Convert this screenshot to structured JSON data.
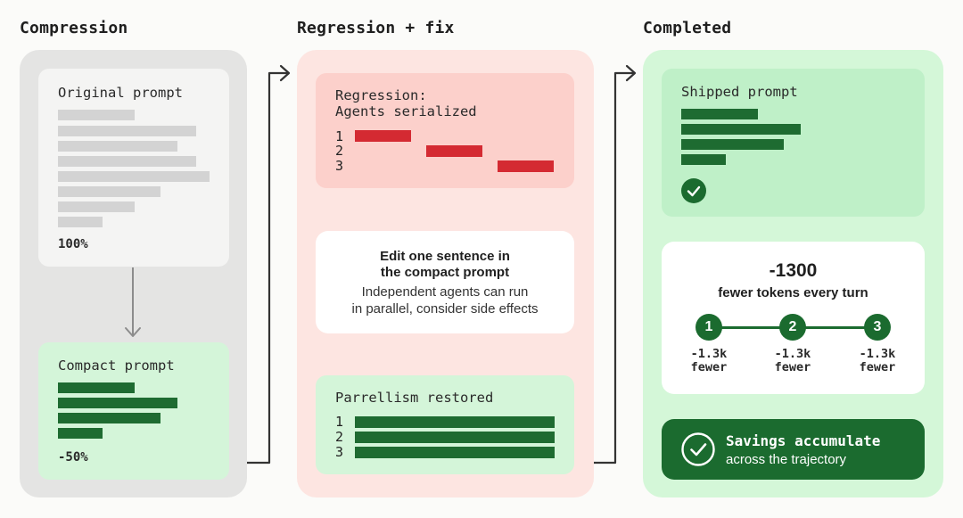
{
  "columns": {
    "compression": "Compression",
    "regression_fix": "Regression + fix",
    "completed": "Completed"
  },
  "compression": {
    "original_label": "Original prompt",
    "original_pct": "100%",
    "compact_label": "Compact prompt",
    "compact_pct": "-50%"
  },
  "regression": {
    "title_line1": "Regression:",
    "title_line2": "Agents serialized",
    "rows": [
      "1",
      "2",
      "3"
    ]
  },
  "edit": {
    "title_line1": "Edit one sentence in",
    "title_line2": "the compact prompt",
    "body_line1": "Independent agents can run",
    "body_line2": "in parallel, consider side effects"
  },
  "parallel": {
    "title": "Parrellism restored",
    "rows": [
      "1",
      "2",
      "3"
    ]
  },
  "completed": {
    "shipped_label": "Shipped prompt",
    "savings_value": "-1300",
    "savings_caption": "fewer tokens every turn",
    "turns": [
      {
        "num": "1",
        "line1": "-1.3k",
        "line2": "fewer"
      },
      {
        "num": "2",
        "line1": "-1.3k",
        "line2": "fewer"
      },
      {
        "num": "3",
        "line1": "-1.3k",
        "line2": "fewer"
      }
    ],
    "accumulate_title": "Savings accumulate",
    "accumulate_sub": "across the trajectory"
  },
  "colors": {
    "gray_panel": "#e4e4e3",
    "pink_panel": "#fde5e1",
    "green_panel": "#d4f7d8",
    "dark_green": "#1e6b31",
    "red": "#d42a32"
  }
}
